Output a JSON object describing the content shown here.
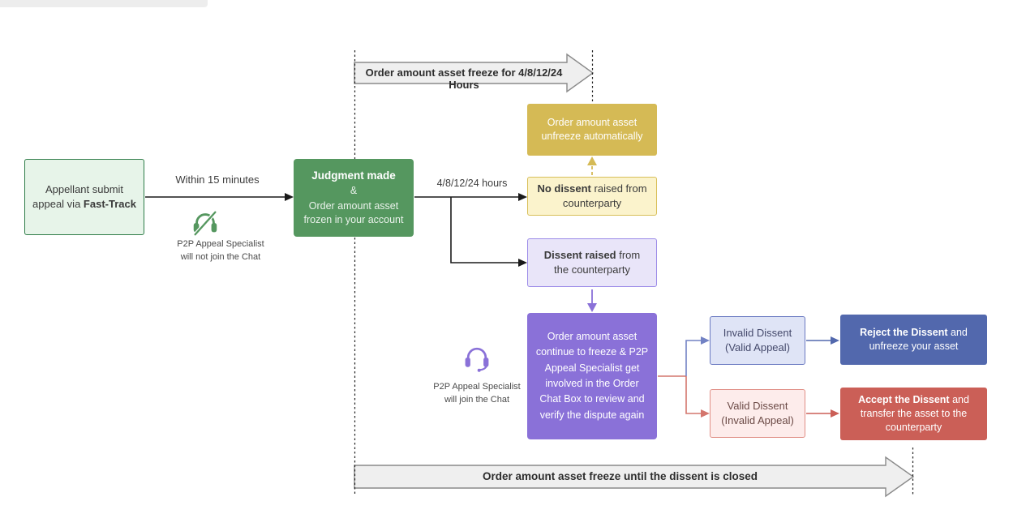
{
  "arrows": {
    "top_label": "Order amount asset freeze for 4/8/12/24 Hours",
    "bottom_label": "Order amount asset freeze until the dissent is closed"
  },
  "labels": {
    "within": "Within 15 minutes",
    "hours": "4/8/12/24 hours",
    "no_join_line1": "P2P Appeal Specialist",
    "no_join_line2": "will not join the Chat",
    "join_line1": "P2P Appeal Specialist",
    "join_line2": "will join the Chat"
  },
  "boxes": {
    "appellant": {
      "text": "Appellant submit appeal via ",
      "bold": "Fast-Track"
    },
    "judgment": {
      "title": "Judgment made",
      "amp": "&",
      "subtitle": "Order amount asset frozen in your account"
    },
    "unfreeze": {
      "text": "Order amount asset unfreeze automatically"
    },
    "no_dissent": {
      "bold": "No dissent",
      "rest": " raised from counterparty"
    },
    "dissent": {
      "bold": "Dissent raised",
      "rest": " from the counterparty"
    },
    "freeze": {
      "text": "Order amount asset continue to freeze & P2P Appeal Specialist get involved in the Order Chat Box to review and verify the dispute again"
    },
    "invalid_dissent": {
      "line1": "Invalid Dissent",
      "line2": "(Valid Appeal)"
    },
    "reject": {
      "bold": "Reject the Dissent",
      "rest": " and unfreeze your asset"
    },
    "valid_dissent": {
      "line1": "Valid Dissent",
      "line2": "(Invalid Appeal)"
    },
    "accept": {
      "bold": "Accept the Dissent",
      "rest": " and transfer the asset to the counterparty"
    }
  },
  "icons": {
    "muted_headset": "headset-muted-icon",
    "headset": "headset-icon"
  },
  "colors": {
    "green": "#55975f",
    "green_light": "#e7f4e9",
    "gold": "#d5ba55",
    "yellow_light": "#fbf3cc",
    "purple": "#8a71d8",
    "purple_light": "#e9e5f9",
    "blue": "#5268ad",
    "blue_light": "#dfe4f6",
    "red": "#cb5f57",
    "red_light": "#fdeceb",
    "block_arrow_fill": "#efefef",
    "block_arrow_border": "#8a8a8a"
  }
}
